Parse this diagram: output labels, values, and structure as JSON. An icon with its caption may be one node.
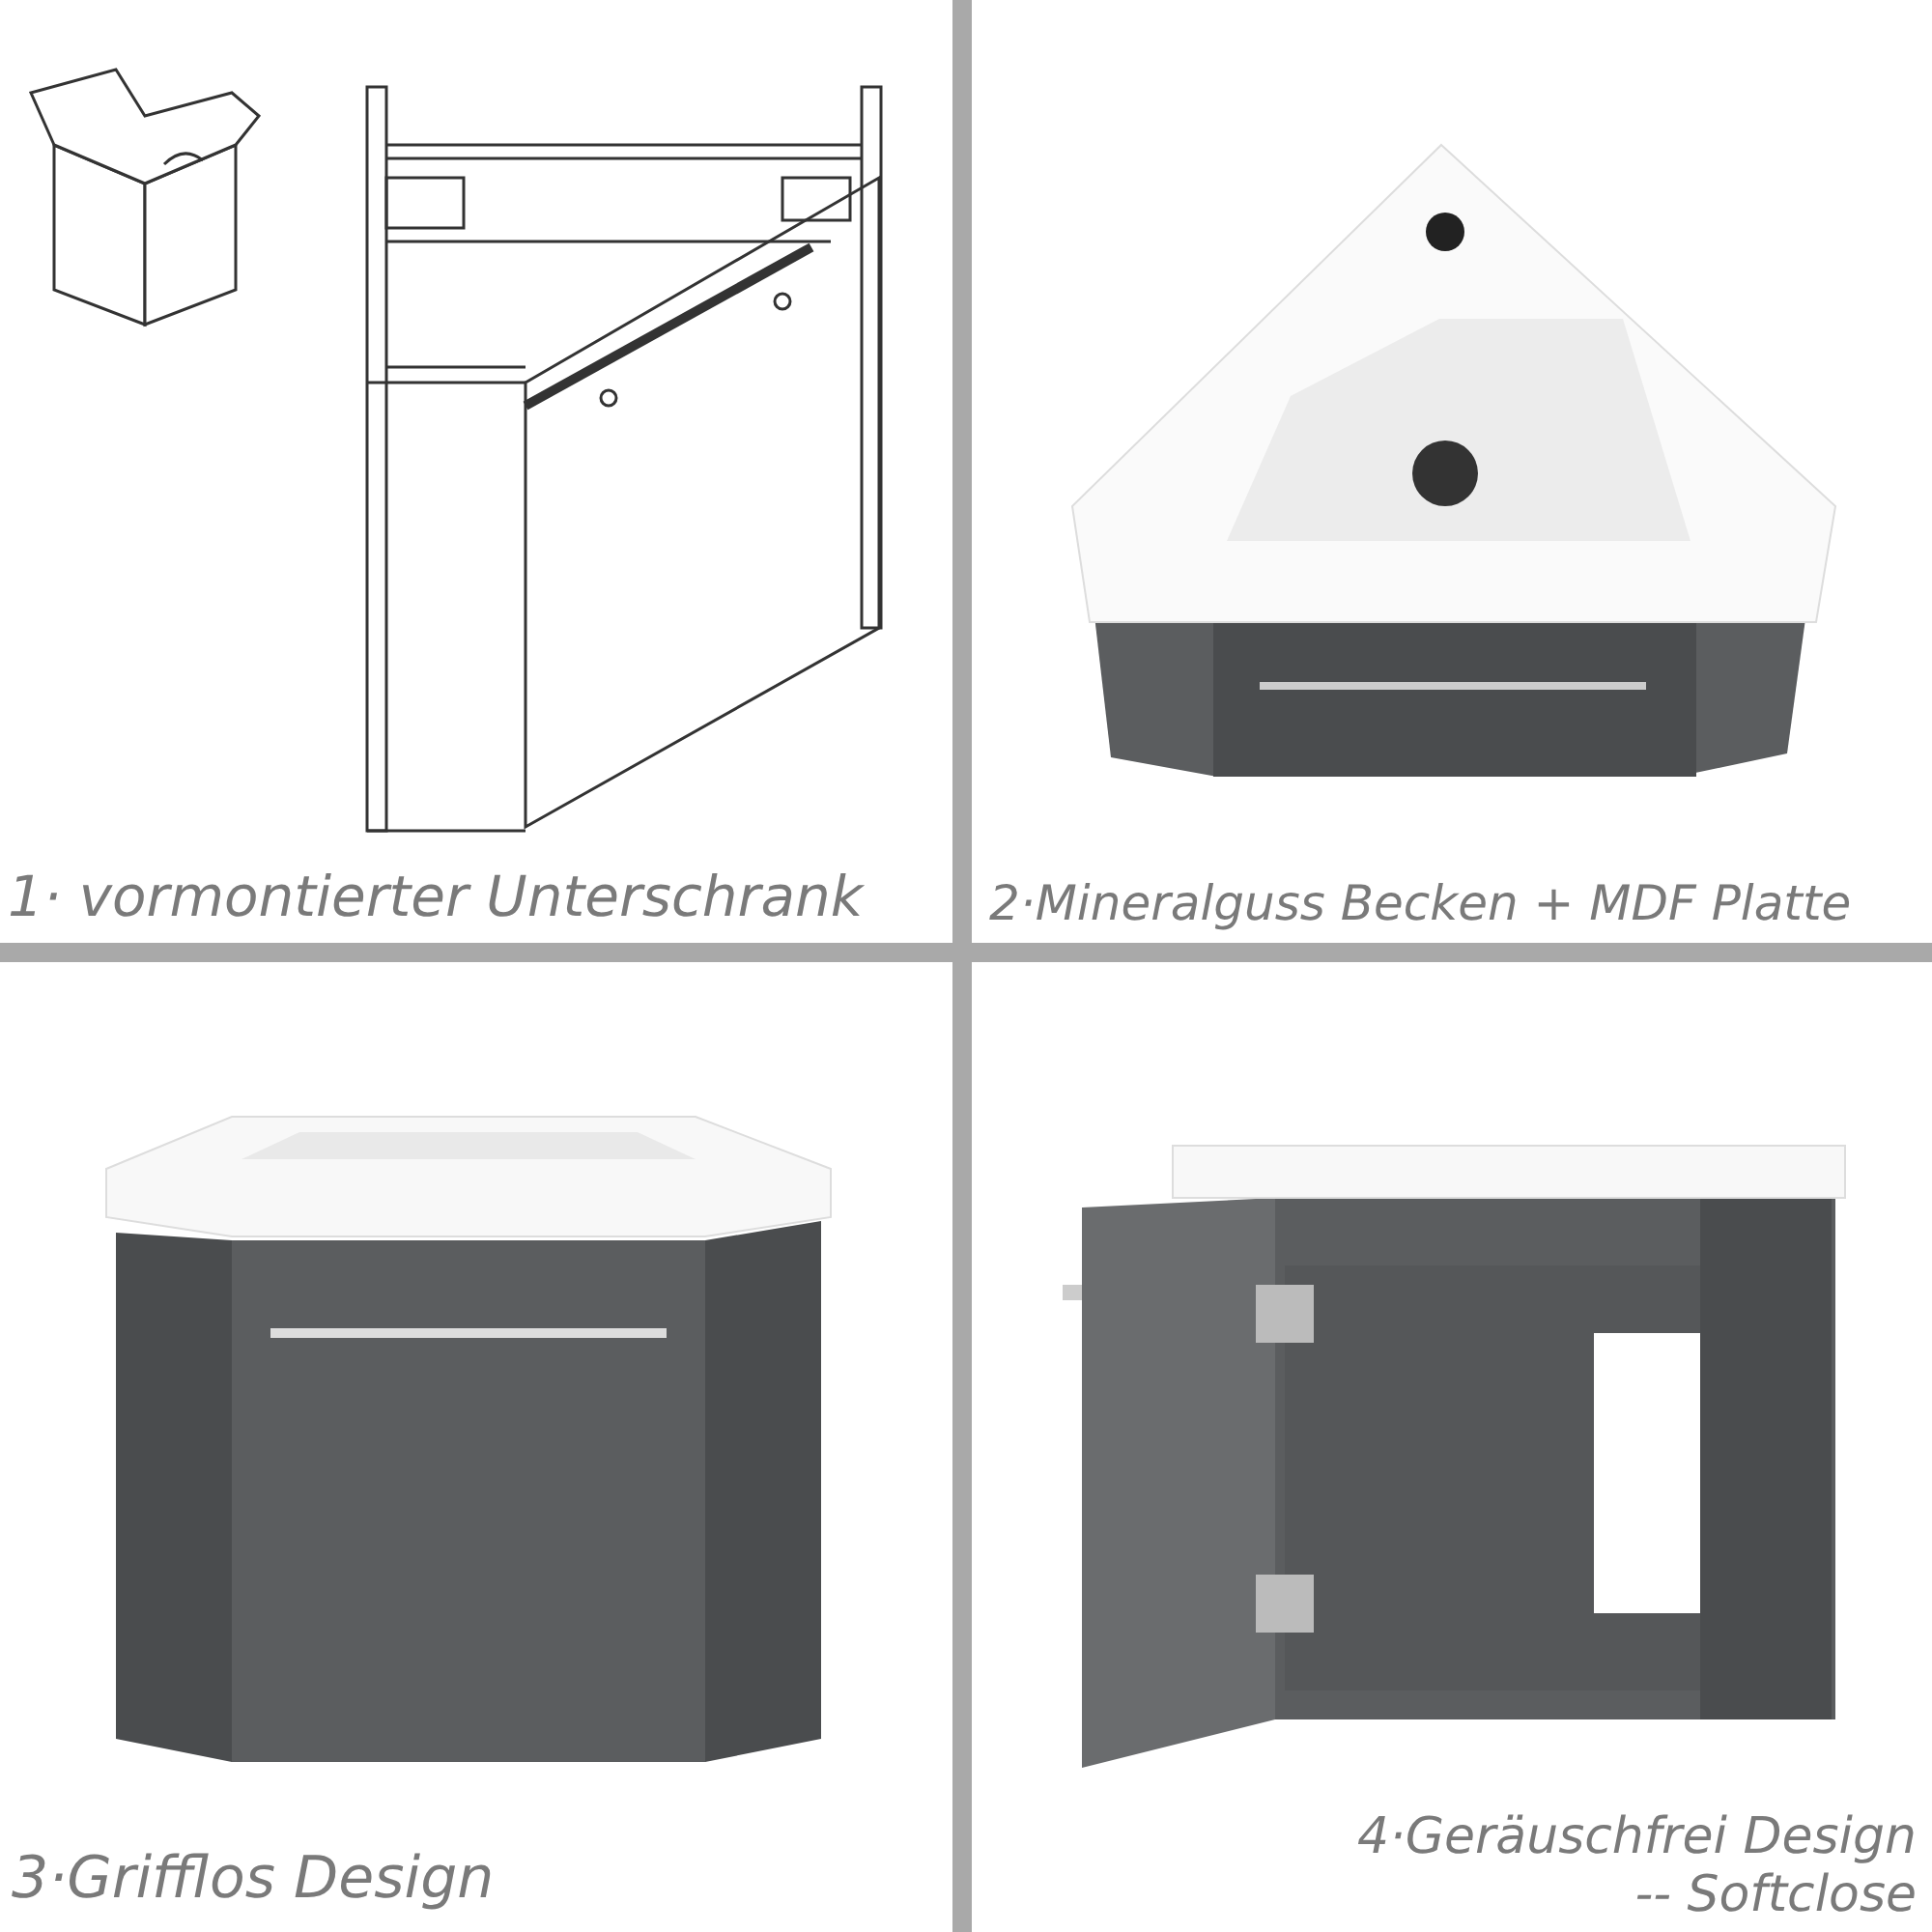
{
  "diagram": {
    "labels": [
      "1· vormontierter Unterschrank",
      "2·Mineralguss Becken + MDF Platte",
      "3·Grifflos Design",
      "4·Geräuschfrei Design",
      "-- Softclose"
    ]
  }
}
